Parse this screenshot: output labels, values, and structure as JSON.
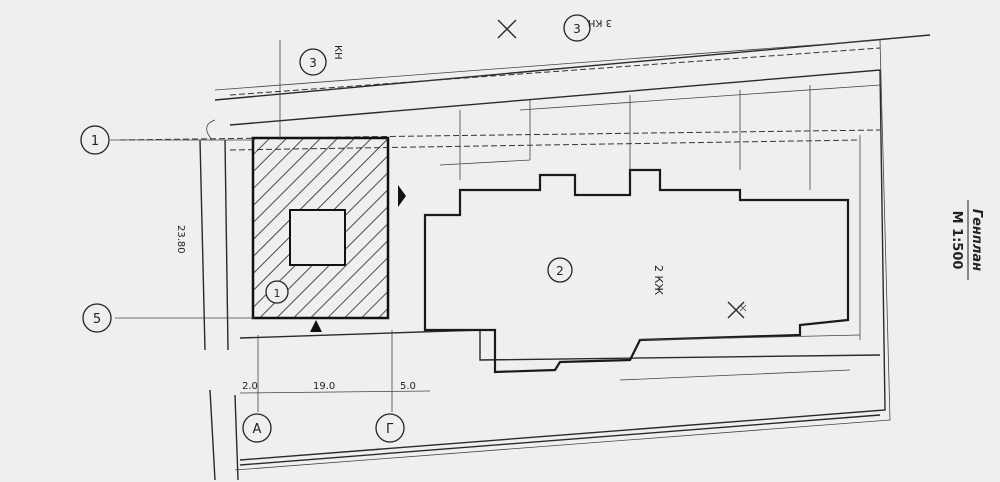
{
  "title": {
    "name": "Генплан",
    "scale": "М 1:500"
  },
  "axes": {
    "a1": "1",
    "a3": "3",
    "a5": "5",
    "aA": "А",
    "aG": "Г",
    "top3": "3"
  },
  "buildings": {
    "main": "2",
    "main_label": "2 КЖ",
    "existing": "1",
    "top_label": "3 КН",
    "kn": "КН"
  },
  "dimensions": {
    "d2380": "23.80",
    "d190": "19.0",
    "d50": "5.0",
    "d20": "2.0"
  },
  "colors": {
    "paper": "#efefed",
    "ink": "#222222"
  }
}
